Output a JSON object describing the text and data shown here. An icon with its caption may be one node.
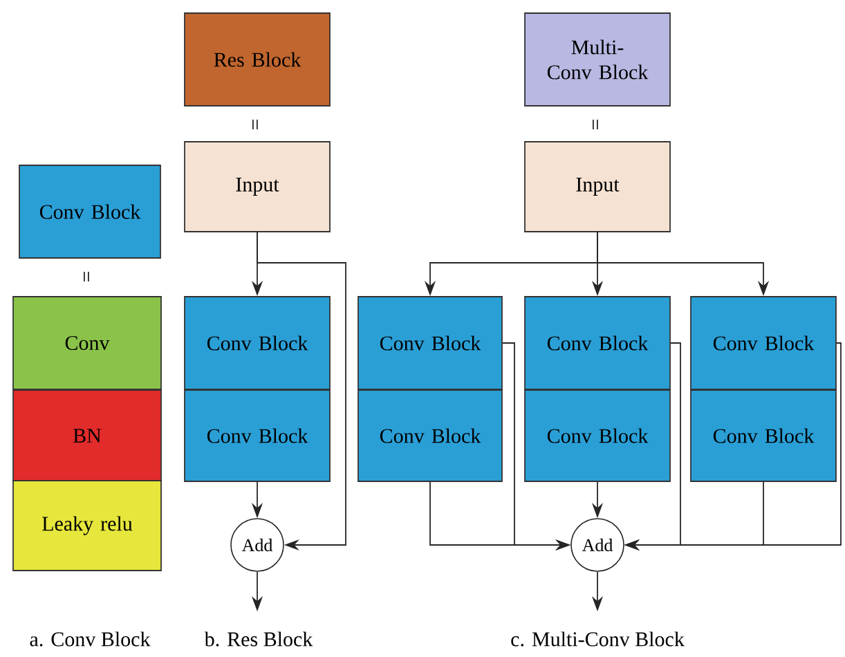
{
  "diagram": {
    "nodes": [
      {
        "text": [
          "Conv Block"
        ]
      },
      {
        "text": [
          "Conv"
        ]
      },
      {
        "text": [
          "BN"
        ]
      },
      {
        "text": [
          "Leaky relu"
        ]
      },
      {
        "text": [
          "Res Block"
        ]
      },
      {
        "text": [
          "Input"
        ]
      },
      {
        "text": [
          "Conv Block"
        ]
      },
      {
        "text": [
          "Conv Block"
        ]
      },
      {
        "text": [
          "Add"
        ]
      },
      {
        "text": [
          "Multi- Conv Block"
        ]
      },
      {
        "text": [
          "Input"
        ]
      },
      {
        "text": [
          "Conv Block"
        ]
      },
      {
        "text": [
          "Conv Block"
        ]
      },
      {
        "text": [
          "Conv Block"
        ]
      },
      {
        "text": [
          "Conv Block"
        ]
      },
      {
        "text": [
          "Conv Block"
        ]
      },
      {
        "text": [
          "Conv Block"
        ]
      },
      {
        "text": [
          "Add"
        ]
      }
    ],
    "edges": [
      {
        "from": 5,
        "to": 6,
        "arrow": "to"
      },
      {
        "from": 5,
        "to": 8,
        "arrow": "to"
      },
      {
        "from": 7,
        "to": 8,
        "arrow": "to"
      },
      {
        "from": 8,
        "to": null,
        "arrow": "to"
      },
      {
        "from": 10,
        "to": 11,
        "arrow": "to"
      },
      {
        "from": 10,
        "to": 13,
        "arrow": "to"
      },
      {
        "from": 10,
        "to": 15,
        "arrow": "to"
      },
      {
        "from": 11,
        "to": 17,
        "arrow": "to"
      },
      {
        "from": 12,
        "to": 17,
        "arrow": "to"
      },
      {
        "from": 13,
        "to": 17,
        "arrow": "to"
      },
      {
        "from": 14,
        "to": 17,
        "arrow": "to"
      },
      {
        "from": 15,
        "to": 17,
        "arrow": "to"
      },
      {
        "from": 16,
        "to": 17,
        "arrow": "to"
      },
      {
        "from": 17,
        "to": null,
        "arrow": "to"
      }
    ],
    "labels": [
      "=",
      "=",
      "=",
      "a. Conv Block",
      "b. Res Block",
      "c. Multi-Conv Block"
    ]
  }
}
